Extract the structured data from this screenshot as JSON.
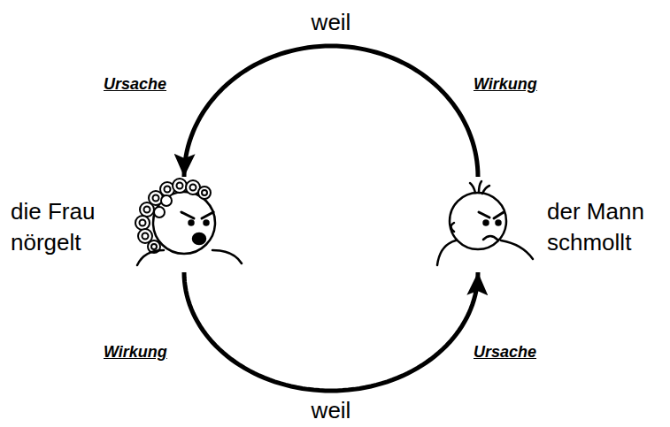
{
  "diagram": {
    "nodes": [
      {
        "text": [
          "die Frau nörgelt"
        ]
      },
      {
        "text": [
          "der Mann schmollt"
        ]
      }
    ],
    "edges": [
      {
        "from": 1,
        "to": 0,
        "arrow": "to",
        "label": "weil"
      },
      {
        "from": 0,
        "to": 1,
        "arrow": "to",
        "label": "weil"
      }
    ],
    "labels": [
      "Ursache",
      "Wirkung",
      "Wirkung",
      "Ursache"
    ]
  }
}
